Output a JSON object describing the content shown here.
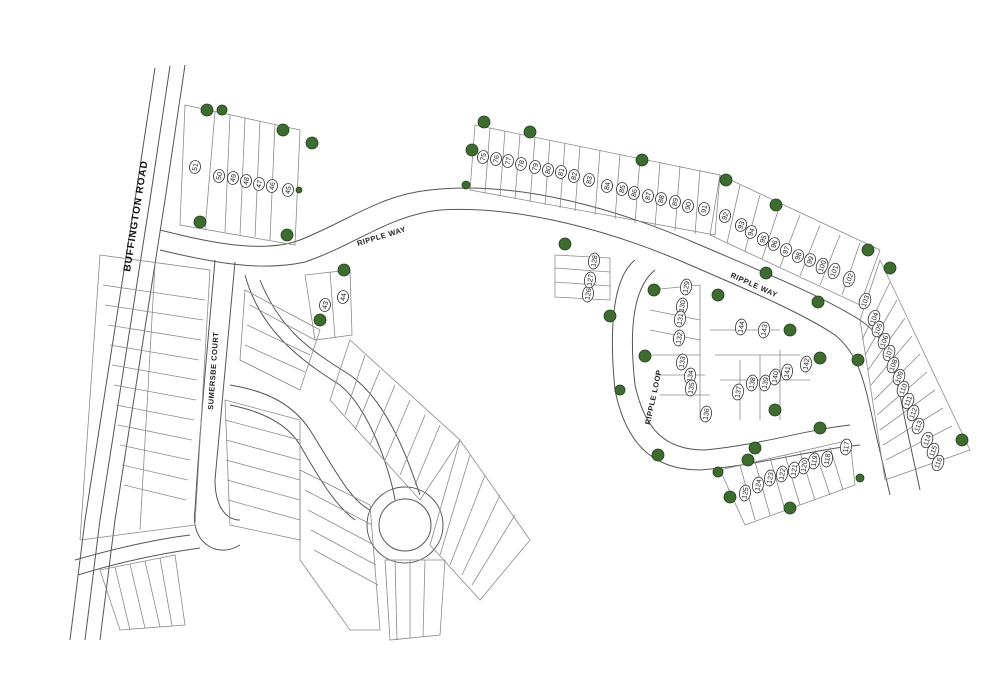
{
  "streets": {
    "buffington": "BUFFINGTON ROAD",
    "ripple_way_1": "RIPPLE WAY",
    "ripple_way_2": "RIPPLE WAY",
    "sumersbe_court": "SUMERSBE COURT",
    "ripple_loop": "RIPPLE LOOP"
  },
  "lots": [
    "51",
    "50",
    "49",
    "48",
    "47",
    "46",
    "45",
    "43",
    "44",
    "75",
    "76",
    "77",
    "78",
    "79",
    "80",
    "81",
    "82",
    "83",
    "84",
    "85",
    "86",
    "87",
    "88",
    "89",
    "90",
    "91",
    "92",
    "93",
    "94",
    "95",
    "96",
    "97",
    "98",
    "99",
    "100",
    "101",
    "102",
    "103",
    "104",
    "105",
    "106",
    "107",
    "108",
    "109",
    "110",
    "111",
    "112",
    "113",
    "114",
    "115",
    "116",
    "117",
    "118",
    "119",
    "120",
    "121",
    "122",
    "123",
    "124",
    "125",
    "126",
    "127",
    "128",
    "129",
    "130",
    "131",
    "132",
    "133",
    "134",
    "135",
    "136",
    "137",
    "138",
    "139",
    "140",
    "141",
    "142",
    "143",
    "144"
  ]
}
